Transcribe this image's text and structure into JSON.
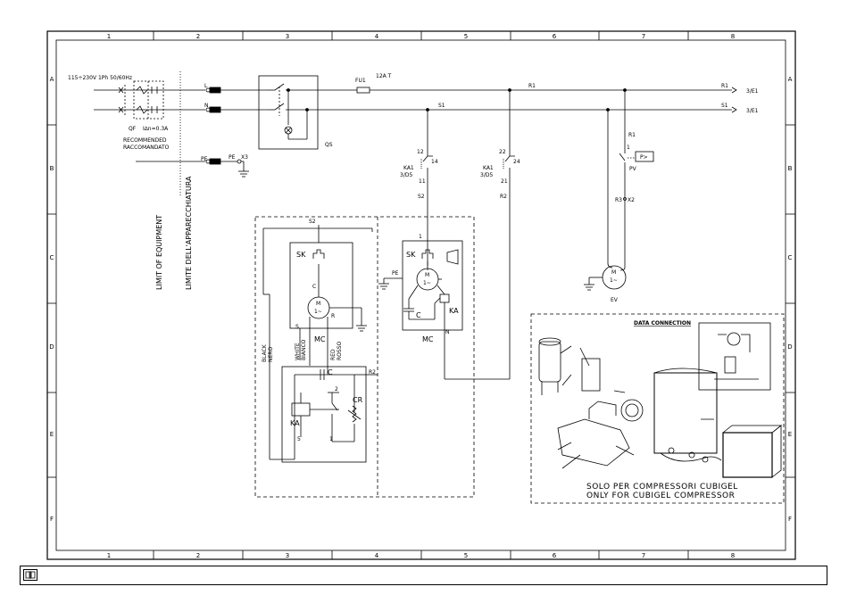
{
  "frame": {
    "columns": [
      "1",
      "2",
      "3",
      "4",
      "5",
      "6",
      "7",
      "8"
    ],
    "rows": [
      "A",
      "B",
      "C",
      "D",
      "E",
      "F"
    ]
  },
  "supply": {
    "voltage": "115÷230V 1Ph 50/60Hz",
    "qf_label": "QF",
    "qf_rating": "I∆n=0.3A",
    "recommended_en": "RECOMMENDED",
    "recommended_it": "RACCOMANDATO",
    "phase": "L",
    "neutral": "N",
    "pe": "PE",
    "pe2": "PE",
    "x3": "X3"
  },
  "limits": {
    "equipment": "LIMIT OF EQUIPMENT",
    "apparecchiatura": "LIMITE DELL'APPARECCHIATURA"
  },
  "main_switch": {
    "label": "QS"
  },
  "fuse": {
    "label": "FU1",
    "rating": "12A T"
  },
  "wires": {
    "r1_left": "R1",
    "r1_right": "R1",
    "s1_mid": "S1",
    "s1_right": "S1",
    "ref_r1": "3/E1",
    "ref_s1": "3/E1",
    "s2": "S2",
    "r2": "R2",
    "r1_pv": "R1",
    "r3": "R3",
    "x2": "X2",
    "s2_top": "S2",
    "r2_cr": "R2"
  },
  "relays": [
    {
      "name": "KA1",
      "ref": "3/D5",
      "pin_top": "12",
      "pin_bot": "11",
      "pin_side": "14"
    },
    {
      "name": "KA1",
      "ref": "3/D5",
      "pin_top": "22",
      "pin_bot": "21",
      "pin_side": "24"
    }
  ],
  "pressostat": {
    "label": "P>",
    "name": "PV",
    "pin": "1"
  },
  "fan_motor": {
    "label": "EV",
    "symbol": "M",
    "phase": "1~"
  },
  "compressor_left": {
    "sk": "SK",
    "label": "MC",
    "motor": "M",
    "phase": "1~",
    "c": "C",
    "s": "S",
    "r": "R",
    "black": "BLACK",
    "nero": "NERO",
    "white": "WHITE",
    "bianco": "BIANCO",
    "red": "RED",
    "rosso": "ROSSO",
    "cap": "C",
    "ka": "KA",
    "cr": "CR",
    "pin1": "1",
    "pin2": "2",
    "pin5": "5"
  },
  "compressor_right": {
    "sk": "SK",
    "label": "MC",
    "motor": "M",
    "phase": "1~",
    "cap": "C",
    "ka": "KA",
    "pe": "PE",
    "pin1": "1",
    "n": "N"
  },
  "photo": {
    "heading": "DATA CONNECTION",
    "caption_it": "SOLO PER COMPRESSORI CUBIGEL",
    "caption_en": "ONLY FOR CUBIGEL COMPRESSOR"
  }
}
